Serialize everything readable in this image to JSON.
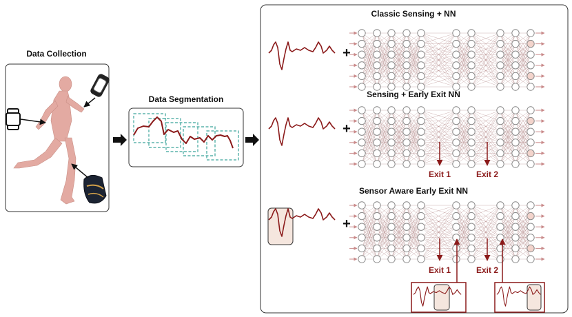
{
  "colors": {
    "wine": "#8b1a1a",
    "nodeStroke": "#8a8a8a",
    "edge": "#a06a6a",
    "box": "#333333",
    "segment": "#3aa39a",
    "highlight": "#f5e6de",
    "skin": "#e3aaa2"
  },
  "panels": {
    "collection": {
      "title": "Data Collection"
    },
    "segmentation": {
      "title": "Data Segmentation"
    }
  },
  "sections": {
    "classic": {
      "title": "Classic Sensing + NN",
      "plus": "+"
    },
    "early": {
      "title": "Sensing + Early Exit NN",
      "plus": "+",
      "exit1": "Exit 1",
      "exit2": "Exit 2"
    },
    "aware": {
      "title": "Sensor Aware Early Exit NN",
      "plus": "+",
      "exit1": "Exit 1",
      "exit2": "Exit 2"
    }
  },
  "icons": [
    "smartwatch-icon",
    "fitness-band-icon",
    "knee-sensor-icon",
    "running-person-figure",
    "arrow-right-icon",
    "neural-network-icon",
    "signal-waveform-icon"
  ]
}
